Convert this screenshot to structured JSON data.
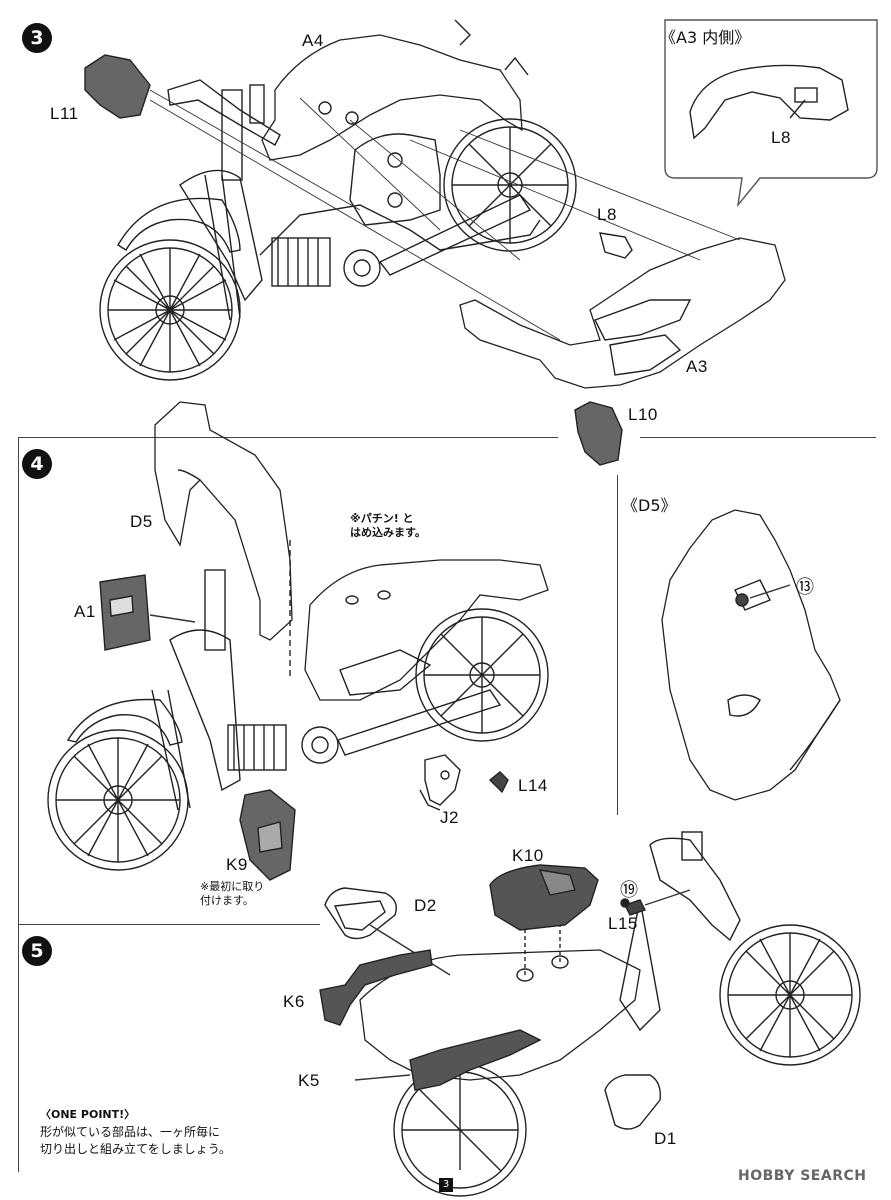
{
  "steps": {
    "step3": {
      "number": "3"
    },
    "step4": {
      "number": "4"
    },
    "step5": {
      "number": "5"
    }
  },
  "labels": {
    "a4": "A4",
    "l11": "L11",
    "a3_inner_title": "《A3 内側》",
    "l8_inset": "L8",
    "l8": "L8",
    "a3": "A3",
    "l10": "L10",
    "d5": "D5",
    "a1": "A1",
    "l14": "L14",
    "j2": "J2",
    "k9": "K9",
    "d5_view_title": "《D5》",
    "circle13": "⑬",
    "k10": "K10",
    "circle19": "⑲",
    "l15": "L15",
    "d2": "D2",
    "k6": "K6",
    "k5": "K5",
    "d1": "D1"
  },
  "notes": {
    "snap_fit": "※パチン! と\nはめ込みます。",
    "k9_first": "※最初に取り\n付けます。",
    "one_point_title": "〈ONE POINT!〉",
    "one_point_body": "形が似ている部品は、一ヶ所毎に\n切り出しと組み立てをしましょう。"
  },
  "footer": {
    "page_number": "3",
    "watermark": "HOBBY SEARCH"
  }
}
